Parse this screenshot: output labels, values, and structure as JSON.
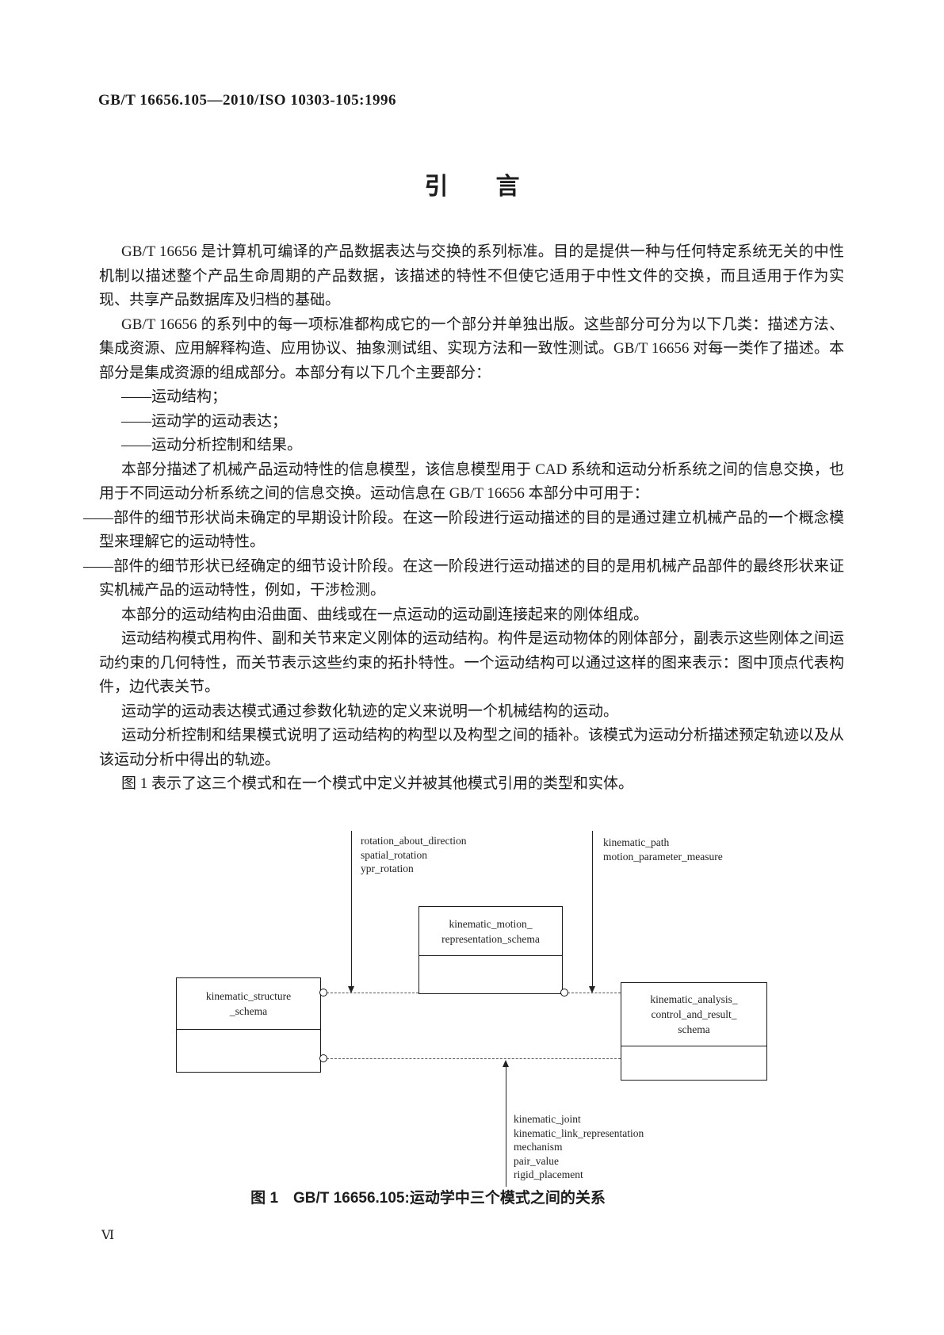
{
  "document": {
    "header_code": "GB/T 16656.105—2010/ISO 10303-105:1996",
    "title": "引　　言",
    "page_number": "Ⅵ"
  },
  "paragraphs": [
    {
      "text": "GB/T 16656 是计算机可编译的产品数据表达与交换的系列标准。目的是提供一种与任何特定系统无关的中性机制以描述整个产品生命周期的产品数据，该描述的特性不但使它适用于中性文件的交换，而且适用于作为实现、共享产品数据库及归档的基础。"
    },
    {
      "text": "GB/T 16656 的系列中的每一项标准都构成它的一个部分并单独出版。这些部分可分为以下几类：描述方法、集成资源、应用解释构造、应用协议、抽象测试组、实现方法和一致性测试。GB/T 16656 对每一类作了描述。本部分是集成资源的组成部分。本部分有以下几个主要部分："
    },
    {
      "text": "——运动结构；"
    },
    {
      "text": "——运动学的运动表达；"
    },
    {
      "text": "——运动分析控制和结果。"
    },
    {
      "text": "本部分描述了机械产品运动特性的信息模型，该信息模型用于 CAD 系统和运动分析系统之间的信息交换，也用于不同运动分析系统之间的信息交换。运动信息在 GB/T 16656 本部分中可用于："
    },
    {
      "text": "——部件的细节形状尚未确定的早期设计阶段。在这一阶段进行运动描述的目的是通过建立机械产品的一个概念模型来理解它的运动特性。"
    },
    {
      "text": "——部件的细节形状已经确定的细节设计阶段。在这一阶段进行运动描述的目的是用机械产品部件的最终形状来证实机械产品的运动特性，例如，干涉检测。"
    },
    {
      "text": "本部分的运动结构由沿曲面、曲线或在一点运动的运动副连接起来的刚体组成。"
    },
    {
      "text": "运动结构模式用构件、副和关节来定义刚体的运动结构。构件是运动物体的刚体部分，副表示这些刚体之间运动约束的几何特性，而关节表示这些约束的拓扑特性。一个运动结构可以通过这样的图来表示：图中顶点代表构件，边代表关节。"
    },
    {
      "text": "运动学的运动表达模式通过参数化轨迹的定义来说明一个机械结构的运动。"
    },
    {
      "text": "运动分析控制和结果模式说明了运动结构的构型以及构型之间的插补。该模式为运动分析描述预定轨迹以及从该运动分析中得出的轨迹。"
    },
    {
      "text": "图 1 表示了这三个模式和在一个模式中定义并被其他模式引用的类型和实体。"
    }
  ],
  "figure": {
    "caption": "图 1　GB/T 16656.105:运动学中三个模式之间的关系",
    "top_left_entities": [
      "rotation_about_direction",
      "spatial_rotation",
      "ypr_rotation"
    ],
    "top_right_entities": [
      "kinematic_path",
      "motion_parameter_measure"
    ],
    "bottom_entities": [
      "kinematic_joint",
      "kinematic_link_representation",
      "mechanism",
      "pair_value",
      "rigid_placement"
    ],
    "boxes": {
      "structure_schema": {
        "line1": "kinematic_structure",
        "line2": "_schema"
      },
      "motion_schema": {
        "line1": "kinematic_motion_",
        "line2": "representation_schema"
      },
      "analysis_schema": {
        "line1": "kinematic_analysis_",
        "line2": "control_and_result_",
        "line3": "schema"
      }
    }
  }
}
